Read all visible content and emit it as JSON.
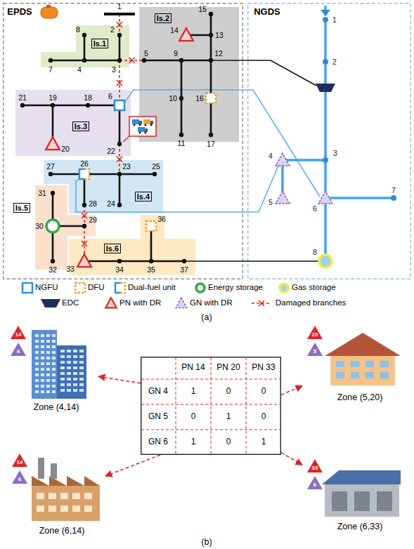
{
  "diagram": {
    "nodes": [
      {
        "text": [
          "EPDS"
        ]
      },
      {
        "text": [
          "Is.1"
        ],
        "in": 0
      },
      {
        "text": [
          "Is.2"
        ],
        "in": 0
      },
      {
        "text": [
          "Is.3"
        ],
        "in": 0
      },
      {
        "text": [
          "Is.4"
        ],
        "in": 0
      },
      {
        "text": [
          "Is.5"
        ],
        "in": 0
      },
      {
        "text": [
          "Is.6"
        ],
        "in": 0
      },
      {
        "text": [
          "NGDS"
        ]
      },
      {
        "text": [
          "Zone (4,14)"
        ]
      },
      {
        "text": [
          "PN 14",
          "PN 20",
          "PN 33",
          "GN 4",
          "1",
          "0",
          "0",
          "GN 5",
          "0",
          "1",
          "0",
          "GN 6",
          "1",
          "0",
          "1"
        ]
      },
      {
        "text": [
          "Zone (5,20)"
        ]
      },
      {
        "text": [
          "Zone (6,14)"
        ]
      },
      {
        "text": [
          "Zone (6,33)"
        ]
      }
    ],
    "edges": [
      {
        "from": 9,
        "to": 8,
        "arrow": "to"
      },
      {
        "from": 9,
        "to": 10,
        "arrow": "to"
      },
      {
        "from": 9,
        "to": 11,
        "arrow": "to"
      },
      {
        "from": 9,
        "to": 12,
        "arrow": "to"
      }
    ],
    "labels": [
      "1",
      "2",
      "3",
      "4",
      "5",
      "6",
      "7",
      "8",
      "9",
      "10",
      "11",
      "12",
      "13",
      "14",
      "15",
      "16",
      "17",
      "18",
      "19",
      "20",
      "21",
      "22",
      "23",
      "24",
      "25",
      "26",
      "27",
      "28",
      "29",
      "30",
      "31",
      "32",
      "33",
      "34",
      "35",
      "36",
      "37",
      "1",
      "2",
      "3",
      "4",
      "5",
      "6",
      "7",
      "8",
      "14",
      "4",
      "20",
      "5",
      "14",
      "6",
      "33",
      "6",
      "(a)",
      "(b)"
    ],
    "legend": [
      {
        "text": "NGFU"
      },
      {
        "text": "DFU"
      },
      {
        "text": "Dual-fuel unit"
      },
      {
        "text": "Energy storage"
      },
      {
        "text": "Gas storage"
      },
      {
        "text": "EDC"
      },
      {
        "text": "PN with DR"
      },
      {
        "text": "GN with DR"
      },
      {
        "text": "Damaged branches"
      }
    ]
  }
}
